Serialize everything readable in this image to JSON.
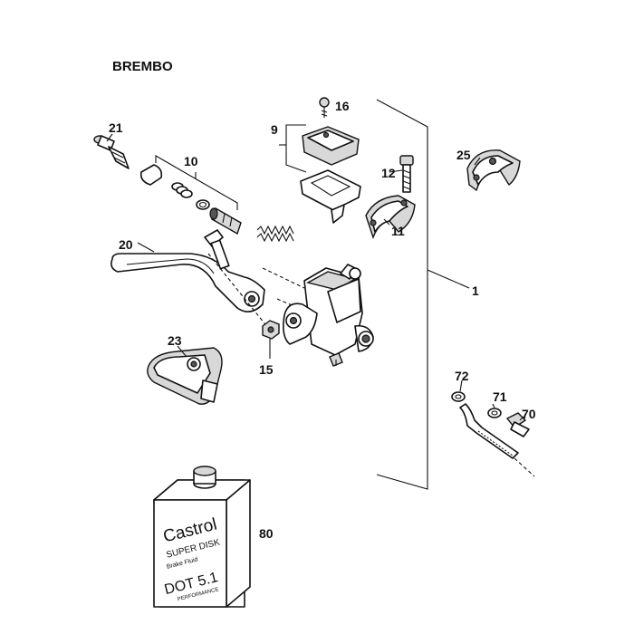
{
  "title": "BREMBO",
  "callouts": {
    "p1": "1",
    "p9": "9",
    "p10": "10",
    "p11": "11",
    "p12": "12",
    "p15": "15",
    "p16": "16",
    "p20": "20",
    "p21": "21",
    "p23": "23",
    "p25": "25",
    "p70": "70",
    "p71": "71",
    "p72": "72",
    "p80": "80"
  },
  "can_label": {
    "brand": "Castrol",
    "line1": "SUPER DISK",
    "line2": "Brake Fluid",
    "line3": "DOT 5.1",
    "line4": "PERFORMANCE"
  }
}
